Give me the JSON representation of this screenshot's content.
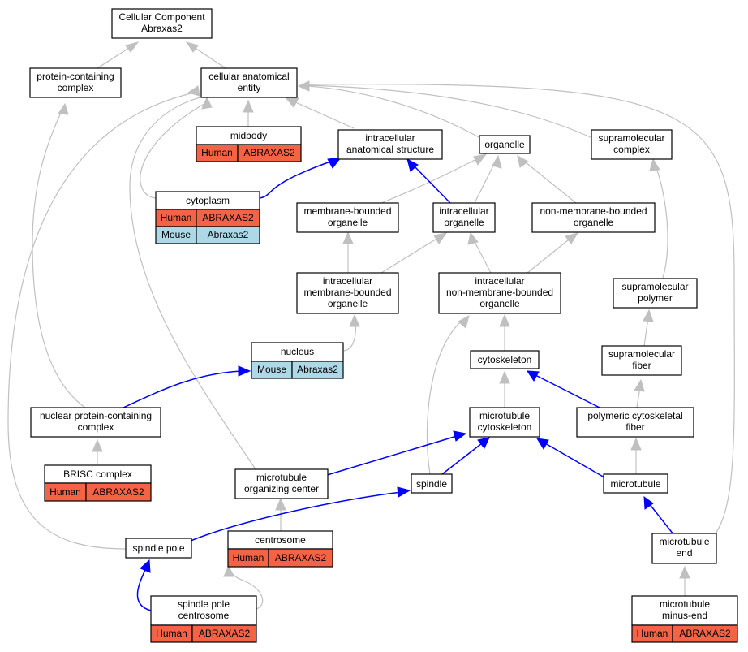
{
  "colors": {
    "human": "#f46345",
    "mouse": "#add8e6",
    "is_a_edge": "#c0c0c0",
    "part_of_edge": "#0000ff"
  },
  "nodes": {
    "root": {
      "line1": "Cellular Component",
      "line2": "Abraxas2"
    },
    "protein_containing_complex": {
      "line1": "protein-containing",
      "line2": "complex"
    },
    "cellular_anatomical_entity": {
      "line1": "cellular anatomical",
      "line2": "entity"
    },
    "midbody": {
      "label": "midbody",
      "species": "Human",
      "gene": "ABRAXAS2"
    },
    "intracellular_anatomical_structure": {
      "line1": "intracellular",
      "line2": "anatomical structure"
    },
    "organelle": {
      "label": "organelle"
    },
    "supramolecular_complex": {
      "line1": "supramolecular",
      "line2": "complex"
    },
    "cytoplasm": {
      "label": "cytoplasm",
      "rows": [
        {
          "species": "Human",
          "gene": "ABRAXAS2"
        },
        {
          "species": "Mouse",
          "gene": "Abraxas2"
        }
      ]
    },
    "membrane_bounded_organelle": {
      "line1": "membrane-bounded",
      "line2": "organelle"
    },
    "intracellular_organelle": {
      "line1": "intracellular",
      "line2": "organelle"
    },
    "non_membrane_bounded_organelle": {
      "line1": "non-membrane-bounded",
      "line2": "organelle"
    },
    "intracellular_membrane_bounded_organelle": {
      "line1": "intracellular",
      "line2": "membrane-bounded",
      "line3": "organelle"
    },
    "intracellular_non_membrane_bounded_organelle": {
      "line1": "intracellular",
      "line2": "non-membrane-bounded",
      "line3": "organelle"
    },
    "supramolecular_polymer": {
      "line1": "supramolecular",
      "line2": "polymer"
    },
    "nucleus": {
      "label": "nucleus",
      "species": "Mouse",
      "gene": "Abraxas2"
    },
    "cytoskeleton": {
      "label": "cytoskeleton"
    },
    "supramolecular_fiber": {
      "line1": "supramolecular",
      "line2": "fiber"
    },
    "nuclear_protein_containing_complex": {
      "line1": "nuclear protein-containing",
      "line2": "complex"
    },
    "microtubule_cytoskeleton": {
      "line1": "microtubule",
      "line2": "cytoskeleton"
    },
    "polymeric_cytoskeletal_fiber": {
      "line1": "polymeric cytoskeletal",
      "line2": "fiber"
    },
    "brisc_complex": {
      "label": "BRISC complex",
      "species": "Human",
      "gene": "ABRAXAS2"
    },
    "microtubule_organizing_center": {
      "line1": "microtubule",
      "line2": "organizing center"
    },
    "spindle": {
      "label": "spindle"
    },
    "microtubule": {
      "label": "microtubule"
    },
    "centrosome": {
      "label": "centrosome",
      "species": "Human",
      "gene": "ABRAXAS2"
    },
    "spindle_pole": {
      "label": "spindle pole"
    },
    "microtubule_end": {
      "line1": "microtubule",
      "line2": "end"
    },
    "spindle_pole_centrosome": {
      "line1": "spindle pole",
      "line2": "centrosome",
      "species": "Human",
      "gene": "ABRAXAS2"
    },
    "microtubule_minus_end": {
      "line1": "microtubule",
      "line2": "minus-end",
      "species": "Human",
      "gene": "ABRAXAS2"
    }
  }
}
